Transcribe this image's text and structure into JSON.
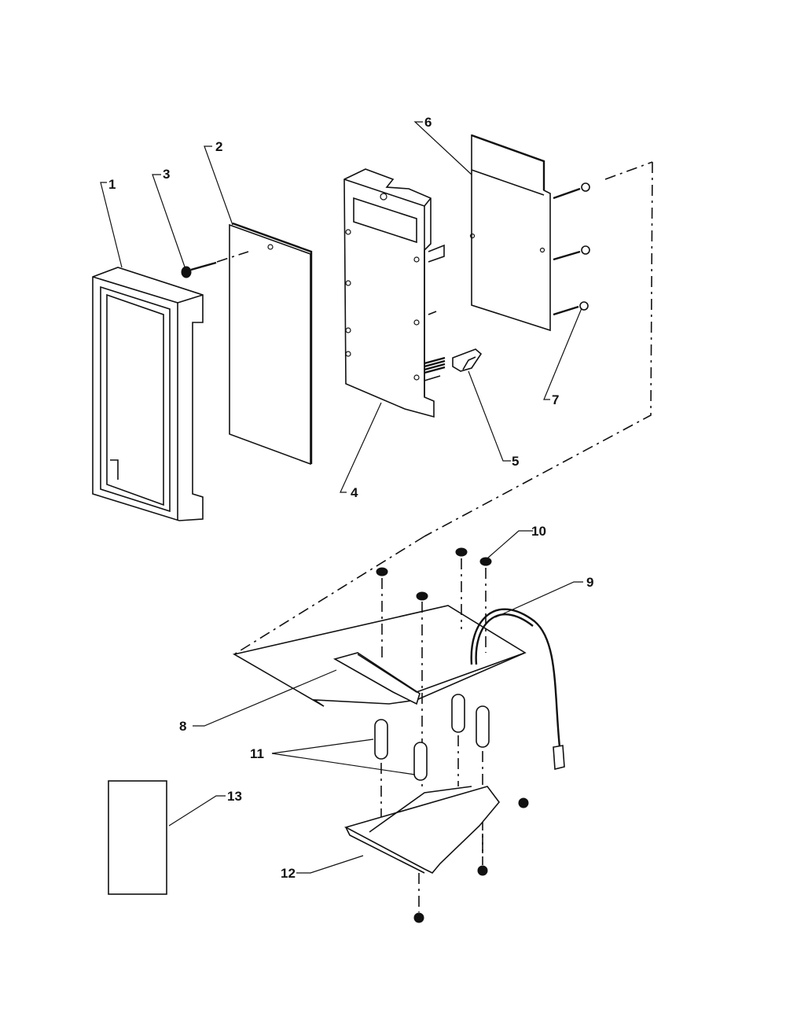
{
  "labels": {
    "1": "1",
    "2": "2",
    "3": "3",
    "4": "4",
    "5": "5",
    "6": "6",
    "7": "7",
    "8": "8",
    "9": "9",
    "10": "10",
    "11": "11",
    "12": "12",
    "13": "13"
  }
}
